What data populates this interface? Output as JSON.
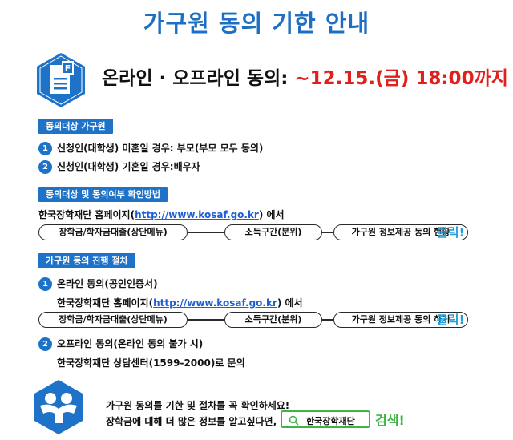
{
  "title": "가구원 동의 기한 안내",
  "deadline": {
    "lead": "온라인 · 오프라인 동의: ",
    "date": "~12.15.(금) 18:00까지"
  },
  "sections": [
    {
      "heading": "동의대상 가구원",
      "items": [
        {
          "num": "1",
          "text": "신청인(대학생) 미혼일 경우: 부모(부모 모두 동의)"
        },
        {
          "num": "2",
          "text": "신청인(대학생) 기혼일 경우:배우자"
        }
      ]
    },
    {
      "heading": "동의대상 및 동의여부 확인방법",
      "intro_prefix": "한국장학재단 홈페이지(",
      "intro_link": "http://www.kosaf.go.kr",
      "intro_suffix": ") 에서",
      "flow": [
        "장학금/학자금대출(상단메뉴)",
        "소득구간(분위)",
        "가구원 정보제공 동의 현황"
      ],
      "click": "클릭!"
    },
    {
      "heading": "가구원 동의 진행 절차",
      "online": {
        "num": "1",
        "text": "온라인 동의(공인인증서)"
      },
      "intro_prefix": "한국장학재단 홈페이지(",
      "intro_link": "http://www.kosaf.go.kr",
      "intro_suffix": ") 에서",
      "flow": [
        "장학금/학자금대출(상단메뉴)",
        "소득구간(분위)",
        "가구원 정보제공 동의 하기"
      ],
      "click": "클릭!",
      "offline": {
        "num": "2",
        "text": "오프라인 동의(온라인 동의 불가 시)"
      },
      "offline_detail": "한국장학재단 상담센터(1599-2000)로 문의"
    }
  ],
  "footer": {
    "line1": "가구원 동의를 기한 및 절차를 꼭 확인하세요!",
    "line2": "장학금에 대해 더 많은 정보를 알고싶다면,",
    "search_text": "한국장학재단",
    "search_action": "검색!"
  },
  "icons": [
    "document-icon",
    "people-icon",
    "magnifier-icon"
  ],
  "colors": {
    "accent": "#1e73c8",
    "deadline": "#e0201b",
    "search": "#3cb446",
    "click": "#1e9dd8"
  }
}
